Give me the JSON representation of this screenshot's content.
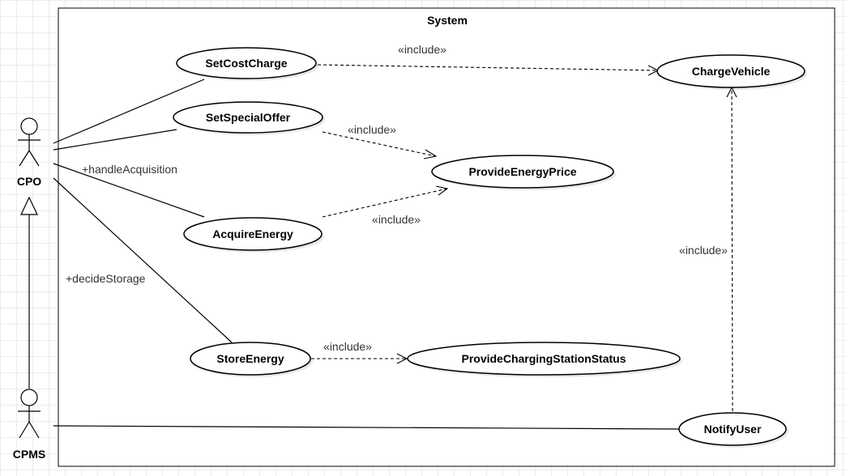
{
  "system": {
    "title": "System"
  },
  "actors": {
    "cpo": "CPO",
    "cpms": "CPMS"
  },
  "use_cases": {
    "set_cost_charge": "SetCostCharge",
    "set_special_offer": "SetSpecialOffer",
    "charge_vehicle": "ChargeVehicle",
    "provide_energy_price": "ProvideEnergyPrice",
    "acquire_energy": "AcquireEnergy",
    "store_energy": "StoreEnergy",
    "provide_charging_station_status": "ProvideChargingStationStatus",
    "notify_user": "NotifyUser"
  },
  "labels": {
    "include": "«include»",
    "handle_acquisition": "+handleAcquisition",
    "decide_storage": "+decideStorage"
  }
}
